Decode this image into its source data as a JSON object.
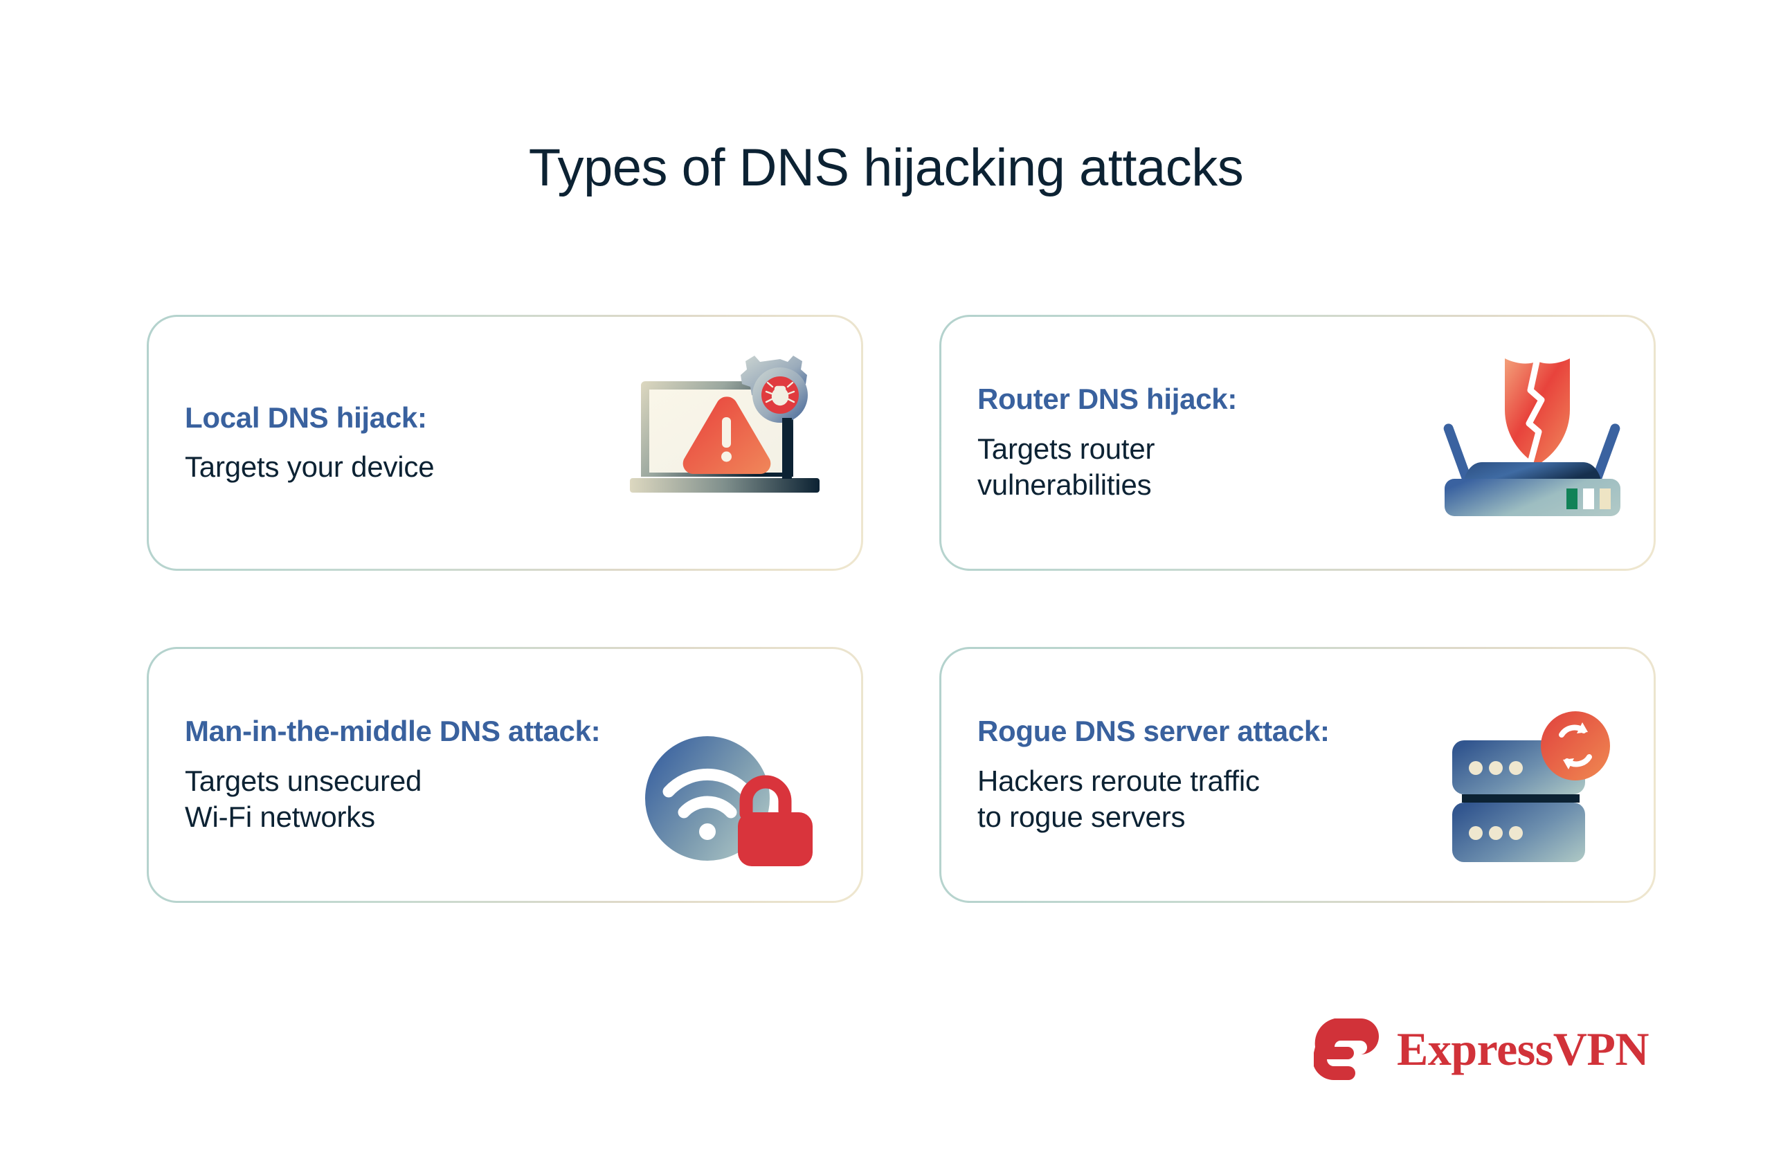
{
  "title": "Types of DNS hijacking attacks",
  "colors": {
    "title_text": "#0c2233",
    "card_heading": "#39619e",
    "card_body": "#0c2233",
    "border_start": "#b3d2cd",
    "border_end": "#efe7cf",
    "brand_red": "#d13239",
    "accent_red": "#e03b3f",
    "accent_orange": "#ef7b52",
    "icon_blue": "#3a62a0",
    "icon_sage": "#a9c4c0",
    "icon_cream": "#efe8d2"
  },
  "cards": [
    {
      "heading": "Local DNS hijack:",
      "description": "Targets your device",
      "icon": "laptop-warning-bug-icon"
    },
    {
      "heading": "Router DNS hijack:",
      "description": "Targets router\nvulnerabilities",
      "icon": "router-broken-shield-icon"
    },
    {
      "heading": "Man-in-the-middle DNS attack:",
      "description": "Targets unsecured\nWi-Fi networks",
      "icon": "wifi-open-padlock-icon"
    },
    {
      "heading": "Rogue DNS server attack:",
      "description": "Hackers reroute traffic\nto rogue servers",
      "icon": "server-rack-refresh-icon"
    }
  ],
  "logo": {
    "wordmark": "ExpressVPN",
    "mark": "expressvpn-e-mark-icon"
  },
  "chart_data": {
    "type": "table",
    "title": "Types of DNS hijacking attacks",
    "categories": [
      "Local DNS hijack",
      "Router DNS hijack",
      "Man-in-the-middle DNS attack",
      "Rogue DNS server attack"
    ],
    "values": [
      "Targets your device",
      "Targets router vulnerabilities",
      "Targets unsecured Wi-Fi networks",
      "Hackers reroute traffic to rogue servers"
    ],
    "legend": [],
    "xlabel": "",
    "ylabel": ""
  }
}
